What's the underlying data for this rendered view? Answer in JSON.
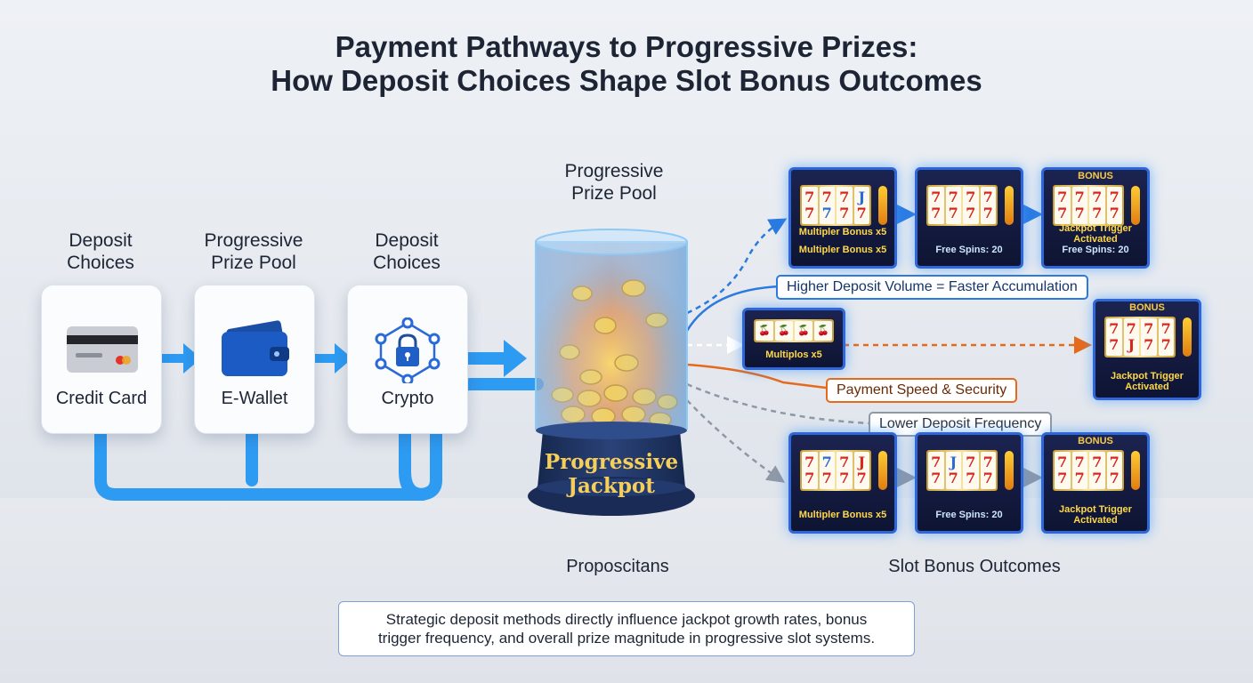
{
  "title": {
    "line1": "Payment Pathways to Progressive Prizes:",
    "line2": "How Deposit Choices Shape Slot Bonus Outcomes"
  },
  "columns": [
    {
      "heading": "Deposit\nChoices",
      "card": "Credit Card",
      "icon": "credit-card-icon"
    },
    {
      "heading": "Progressive\nPrize Pool",
      "card": "E-Wallet",
      "icon": "wallet-icon"
    },
    {
      "heading": "Deposit\nChoices",
      "card": "Crypto",
      "icon": "crypto-network-icon"
    }
  ],
  "pool": {
    "heading": "Progressive\nPrize Pool",
    "jar_label": "Progressive\nJackpot",
    "footer": "Proposcitans"
  },
  "labels": {
    "higher": "Higher Deposit Volume = Faster Accumulation",
    "speed": "Payment Speed & Security",
    "lower": "Lower Deposit Frequency"
  },
  "slots": {
    "top": [
      "Multipler Bonus x5",
      "Free Spins: 20",
      "Free Spins: 20"
    ],
    "top_subs": [
      "Multipler Bonus x5",
      "",
      "Jackpot Trigger\nActivated"
    ],
    "top_marquees": [
      "",
      "",
      "BONUS"
    ],
    "middle_left": "Multiplos x5",
    "middle_right": "Jackpot Trigger\nActivated",
    "middle_right_marquee": "BONUS",
    "bottom": [
      "Multipler Bonus x5",
      "Free Spins: 20",
      "Jackpot Trigger\nActivated"
    ],
    "bottom_marquees": [
      "",
      "",
      "BONUS"
    ]
  },
  "outcomes_footer": "Slot Bonus Outcomes",
  "summary": "Strategic deposit methods directly influence jackpot growth rates, bonus\ntrigger frequency, and overall prize magnitude in progressive slot systems.",
  "colors": {
    "blue": "#2a7ae0",
    "orange": "#e66a1c",
    "gray": "#8f98a6",
    "gold": "#f5cf5a",
    "navy": "#1c2a4e"
  }
}
